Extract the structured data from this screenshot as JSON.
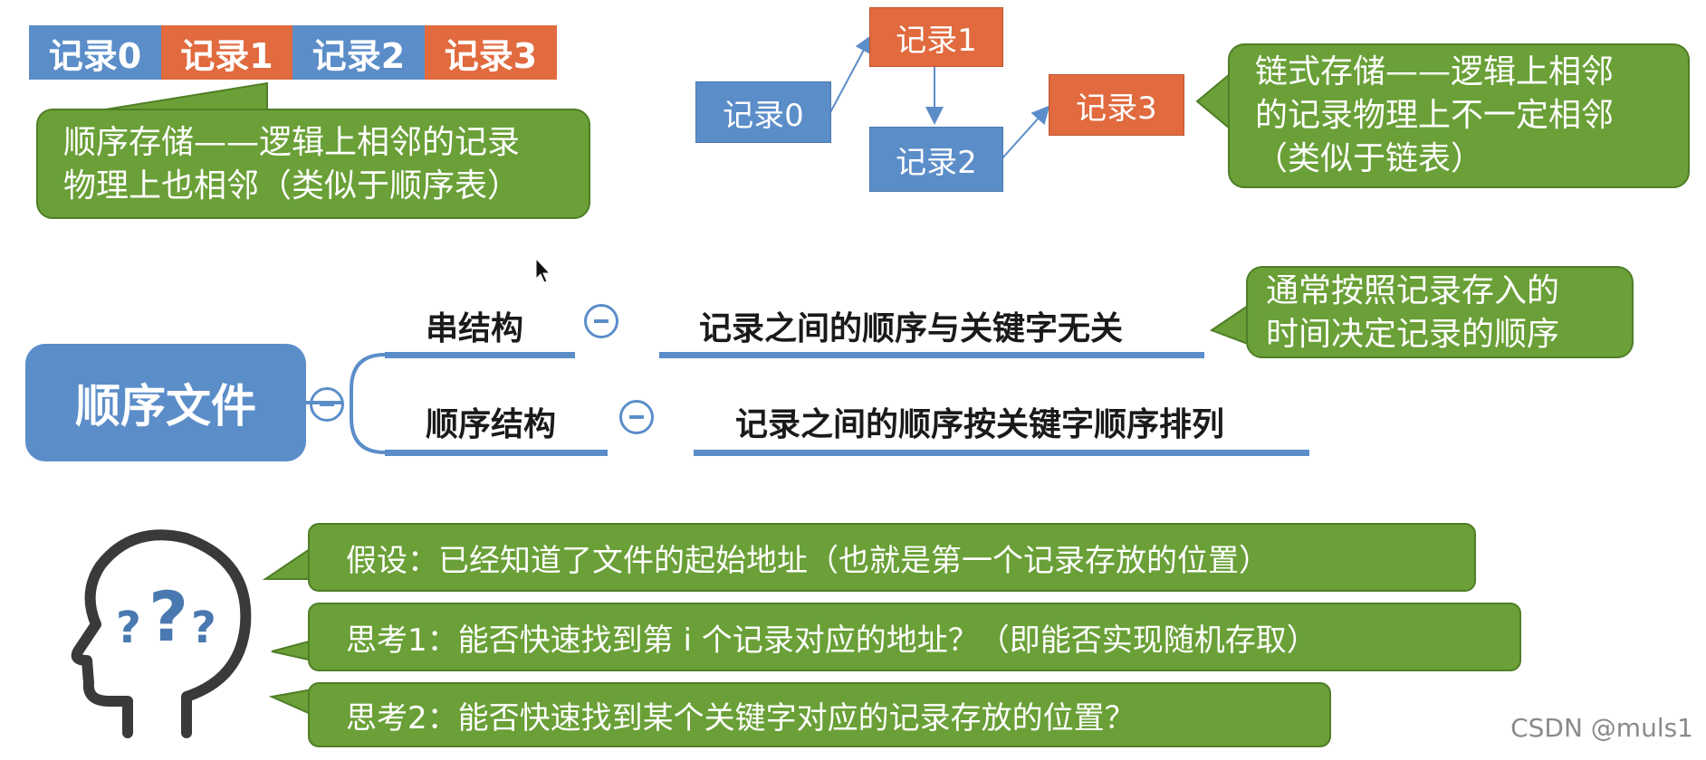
{
  "sequential_strip": {
    "cells": [
      "记录0",
      "记录1",
      "记录2",
      "记录3"
    ],
    "note": [
      "顺序存储——逻辑上相邻的记录",
      "物理上也相邻（类似于顺序表）"
    ]
  },
  "linked_diagram": {
    "nodes": [
      "记录0",
      "记录1",
      "记录2",
      "记录3"
    ],
    "note": [
      "链式存储——逻辑上相邻",
      "的记录物理上不一定相邻",
      "（类似于链表）"
    ]
  },
  "mindmap": {
    "root": "顺序文件",
    "branches": [
      {
        "label": "串结构",
        "text": "记录之间的顺序与关键字无关"
      },
      {
        "label": "顺序结构",
        "text": "记录之间的顺序按关键字顺序排列"
      }
    ],
    "callout": [
      "通常按照记录存入的",
      "时间决定记录的顺序"
    ]
  },
  "thoughts": [
    "假设：已经知道了文件的起始地址（也就是第一个记录存放的位置）",
    "思考1：能否快速找到第 i 个记录对应的地址？（即能否实现随机存取）",
    "思考2：能否快速找到某个关键字对应的记录存放的位置？"
  ],
  "watermark": "CSDN @muls1",
  "colors": {
    "blue": "#5b8dc9",
    "orange": "#e16a3f",
    "green": "#6aa037"
  }
}
